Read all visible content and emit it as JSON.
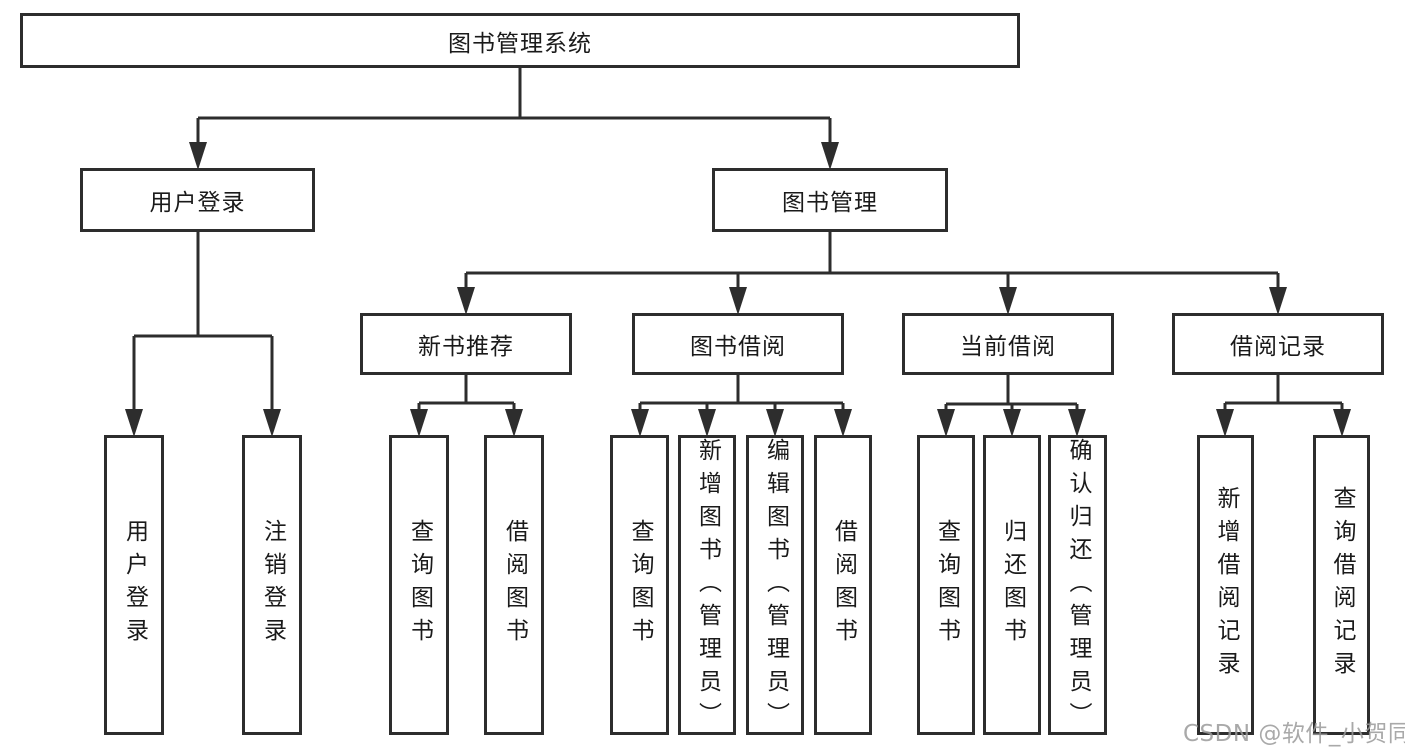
{
  "colors": {
    "line": "#2d2d2d",
    "box_border": "#2d2d2d",
    "box_background": "#ffffff",
    "text": "#1a1a1a",
    "page_background": "#ffffff",
    "watermark": "#9b9b9b"
  },
  "watermark": {
    "text": "CSDN @软件_小贺同学"
  },
  "tree": {
    "root": {
      "label": "图书管理系统",
      "children": [
        {
          "label": "用户登录",
          "children": [
            {
              "label": "用户登录"
            },
            {
              "label": "注销登录"
            }
          ]
        },
        {
          "label": "图书管理",
          "children": [
            {
              "label": "新书推荐",
              "children": [
                {
                  "label": "查询图书"
                },
                {
                  "label": "借阅图书"
                }
              ]
            },
            {
              "label": "图书借阅",
              "children": [
                {
                  "label": "查询图书"
                },
                {
                  "label": "新增图书（管理员）"
                },
                {
                  "label": "编辑图书（管理员）"
                },
                {
                  "label": "借阅图书"
                }
              ]
            },
            {
              "label": "当前借阅",
              "children": [
                {
                  "label": "查询图书"
                },
                {
                  "label": "归还图书"
                },
                {
                  "label": "确认归还（管理员）"
                }
              ]
            },
            {
              "label": "借阅记录",
              "children": [
                {
                  "label": "新增借阅记录"
                },
                {
                  "label": "查询借阅记录"
                }
              ]
            }
          ]
        }
      ]
    }
  }
}
